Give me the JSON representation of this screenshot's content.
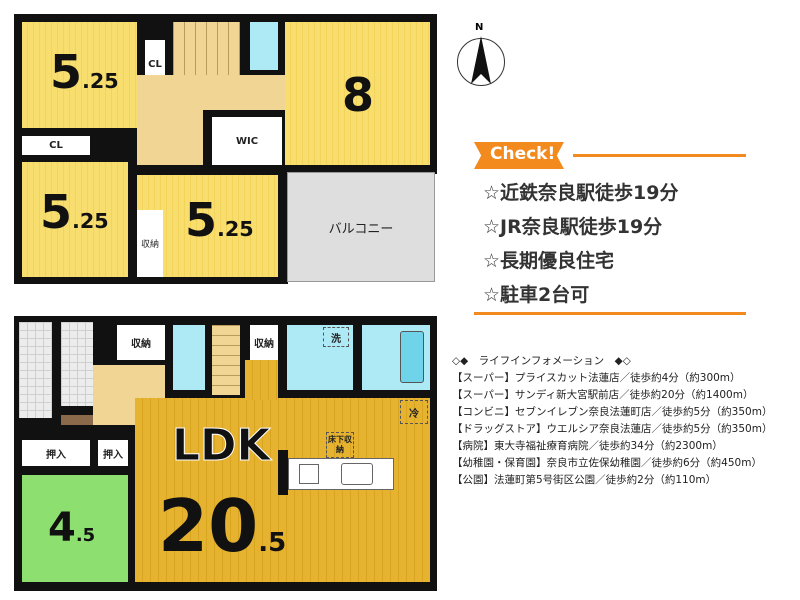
{
  "floor2": {
    "room_nw": {
      "main": "5",
      "sub": ".25"
    },
    "room_sw": {
      "main": "5",
      "sub": ".25"
    },
    "room_mid": {
      "main": "5",
      "sub": ".25"
    },
    "room_e": {
      "main": "8"
    },
    "cl1": "CL",
    "cl2": "CL",
    "wic": "WIC",
    "storage": "収納",
    "balcony": "バルコニー"
  },
  "floor1": {
    "storage1": "収納",
    "storage2": "収納",
    "wash": "洗",
    "fridge": "冷",
    "underfloor": "床下収納",
    "closet1": "押入",
    "closet2": "押入",
    "ldk_label": "LDK",
    "ldk": {
      "main": "20",
      "sub": ".5"
    },
    "washitsu": {
      "main": "4",
      "sub": ".5"
    }
  },
  "compass": {
    "label": "N"
  },
  "check": {
    "badge": "Check!",
    "items": [
      "☆近鉄奈良駅徒歩19分",
      "☆JR奈良駅徒歩19分",
      "☆長期優良住宅",
      "☆駐車2台可"
    ],
    "accent": "#f28a1e"
  },
  "life_info": {
    "title": "◇◆　ライフインフォメーション　◆◇",
    "items": [
      "【スーパー】プライスカット法蓮店／徒歩約4分（約300m）",
      "【スーパー】サンディ新大宮駅前店／徒歩約20分（約1400m）",
      "【コンビニ】セブンイレブン奈良法蓮町店／徒歩約5分（約350m）",
      "【ドラッグストア】ウエルシア奈良法蓮店／徒歩約5分（約350m）",
      "【病院】東大寺福祉療育病院／徒歩約34分（約2300m）",
      "【幼稚園・保育園】奈良市立佐保幼稚園／徒歩約6分（約450m）",
      "【公園】法蓮町第5号街区公園／徒歩約2分（約110m）"
    ]
  }
}
